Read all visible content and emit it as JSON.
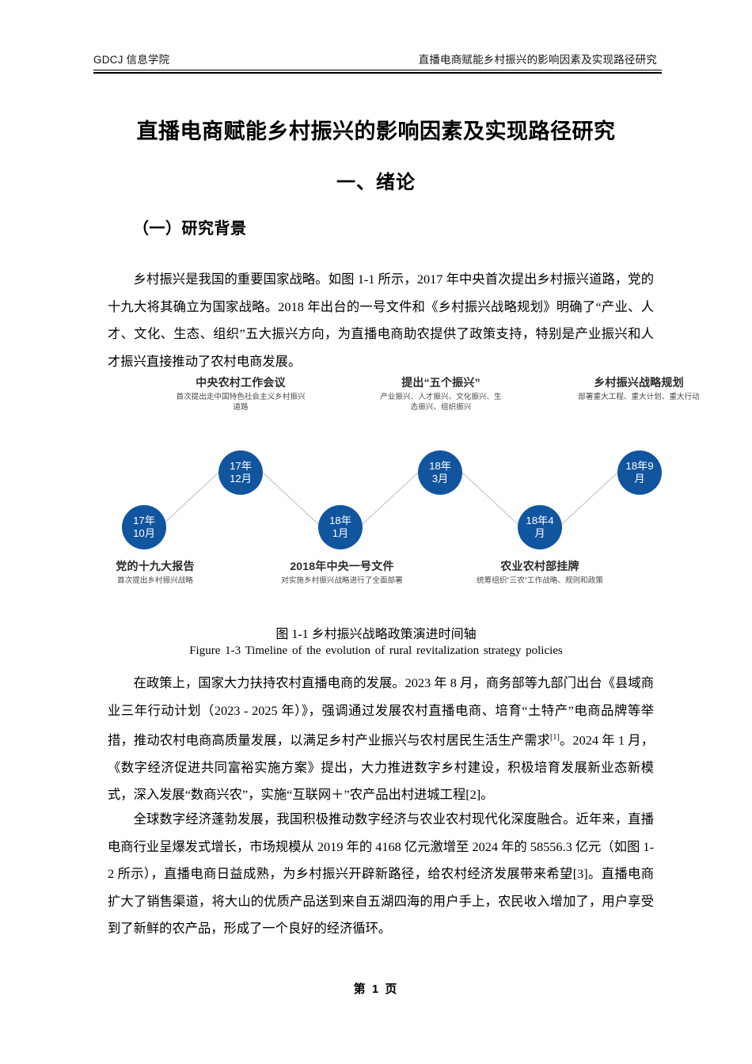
{
  "header": {
    "left": "GDCJ 信息学院",
    "right": "直播电商赋能乡村振兴的影响因素及实现路径研究"
  },
  "titles": {
    "doc_title": "直播电商赋能乡村振兴的影响因素及实现路径研究",
    "section_title": "一、绪论",
    "subsection_title": "（一）研究背景"
  },
  "paragraphs": {
    "p1": "乡村振兴是我国的重要国家战略。如图 1-1 所示，2017 年中央首次提出乡村振兴道路，党的十九大将其确立为国家战略。2018 年出台的一号文件和《乡村振兴战略规划》明确了“产业、人才、文化、生态、组织”五大振兴方向，为直播电商助农提供了政策支持，特别是产业振兴和人才振兴直接推动了农村电商发展。",
    "p2_part1": "在政策上，国家大力扶持农村直播电商的发展。2023 年 8 月，商务部等九部门出台《县域商业三年行动计划（2023 - 2025 年）》，强调通过发展农村直播电商、培育“土特产”电商品牌等举措，推动农村电商高质量发展，以满足乡村产业振兴与农村居民生活生产需求",
    "p2_sup": "[1]",
    "p2_part2": "。2024 年 1 月，《数字经济促进共同富裕实施方案》提出，大力推进数字乡村建设，积极培育发展新业态新模式，深入发展“数商兴农”，实施“互联网＋”农产品出村进城工程[2]。",
    "p3": "全球数字经济蓬勃发展，我国积极推动数字经济与农业农村现代化深度融合。近年来，直播电商行业呈爆发式增长，市场规模从 2019 年的 4168 亿元激增至 2024 年的 58556.3 亿元（如图 1-2 所示），直播电商日益成熟，为乡村振兴开辟新路径，给农村经济发展带来希望[3]。直播电商扩大了销售渠道，将大山的优质产品送到来自五湖四海的用户手上，农民收入增加了，用户享受到了新鲜的农产品，形成了一个良好的经济循环。"
  },
  "figure": {
    "accent_color": "#11559E",
    "connector_color": "#c9c9c9",
    "caption_cn": "图 1-1  乡村振兴战略政策演进时间轴",
    "caption_en": "Figure 1-3 Timeline of the  evolution of  rural  revitalization  strategy  policies",
    "nodes": [
      {
        "id": "node-2017-10",
        "circle_text": "17年\n10月",
        "circle_line1": "17年",
        "circle_line2": "10月",
        "label_position": "below",
        "label_title": "党的十九大报告",
        "label_desc": "首次提出乡村振兴战略"
      },
      {
        "id": "node-2017-12",
        "circle_text": "17年\n12月",
        "circle_line1": "17年",
        "circle_line2": "12月",
        "label_position": "above",
        "label_title": "中央农村工作会议",
        "label_desc": "首次提出走中国特色社会主义乡村振兴道路"
      },
      {
        "id": "node-2018-01",
        "circle_text": "18年\n1月",
        "circle_line1": "18年",
        "circle_line2": "1月",
        "label_position": "below",
        "label_title": "2018年中央一号文件",
        "label_desc": "对实施乡村振兴战略进行了全面部署"
      },
      {
        "id": "node-2018-03",
        "circle_text": "18年\n3月",
        "circle_line1": "18年",
        "circle_line2": "3月",
        "label_position": "above",
        "label_title": "提出“五个振兴”",
        "label_desc": "产业振兴、人才振兴、文化振兴、生态振兴、组织振兴"
      },
      {
        "id": "node-2018-04",
        "circle_text": "18年4\n月",
        "circle_line1": "18年4",
        "circle_line2": "月",
        "label_position": "below",
        "label_title": "农业农村部挂牌",
        "label_desc": "统筹组织“三农”工作战略、规则和政策"
      },
      {
        "id": "node-2018-09",
        "circle_text": "18年9\n月",
        "circle_line1": "18年9",
        "circle_line2": "月",
        "label_position": "above",
        "label_title": "乡村振兴战略规划",
        "label_desc": "部署重大工程、重大计划、重大行动"
      }
    ]
  },
  "footer": {
    "page_label": "第 1 页"
  }
}
